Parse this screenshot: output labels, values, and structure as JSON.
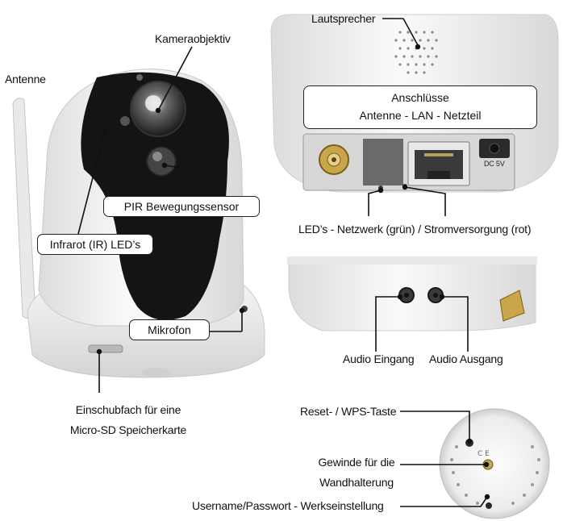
{
  "labels": {
    "antenne": "Antenne",
    "kameraobjektiv": "Kameraobjektiv",
    "pir": "PIR Bewegungssensor",
    "infrarot": "Infrarot (IR) LED’s",
    "mikrofon": "Mikrofon",
    "einschub_line1": "Einschubfach für eine",
    "einschub_line2": "Micro-SD Speicherkarte",
    "lautsprecher": "Lautsprecher",
    "anschluesse_title": "Anschlüsse",
    "anschluesse_sub": "Antenne - LAN - Netzteil",
    "dc_label": "DC 5V",
    "leds": "LED’s - Netzwerk (grün) / Stromversorgung (rot)",
    "audio_in": "Audio Eingang",
    "audio_out": "Audio Ausgang",
    "reset": "Reset- / WPS-Taste",
    "gewinde_line1": "Gewinde für die",
    "gewinde_line2": "Wandhalterung",
    "username": "Username/Passwort - Werkseinstellung"
  },
  "colors": {
    "camera_shell": "#f2f2f2",
    "camera_face": "#141414",
    "connector_gold": "#c9a64a",
    "rj45_port": "#3a3a3a",
    "line": "#111111"
  }
}
